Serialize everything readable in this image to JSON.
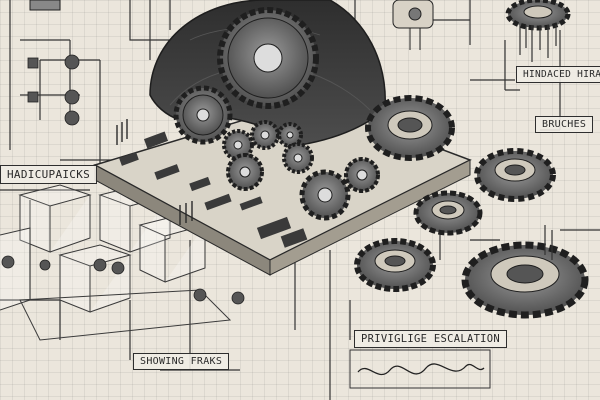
{
  "labels": {
    "top_left": "HADICUPAICKS",
    "bottom_left": "SHOWING FRAKS",
    "bottom_center": "PRIVIGLIGE ESCALATION",
    "right_middle": "BRUCHES",
    "top_right": "HINDACED HIRAUGH"
  },
  "palette": {
    "paper": "#ebe6dc",
    "ink": "#2a2a2a",
    "gear_fill": "#6e6e6e",
    "cloak": "#3a3a3a"
  },
  "icons": [
    "hooded-cloak-icon",
    "gear-icon",
    "circuit-board-icon",
    "valve-icon",
    "waveform-icon",
    "cube-icon"
  ]
}
